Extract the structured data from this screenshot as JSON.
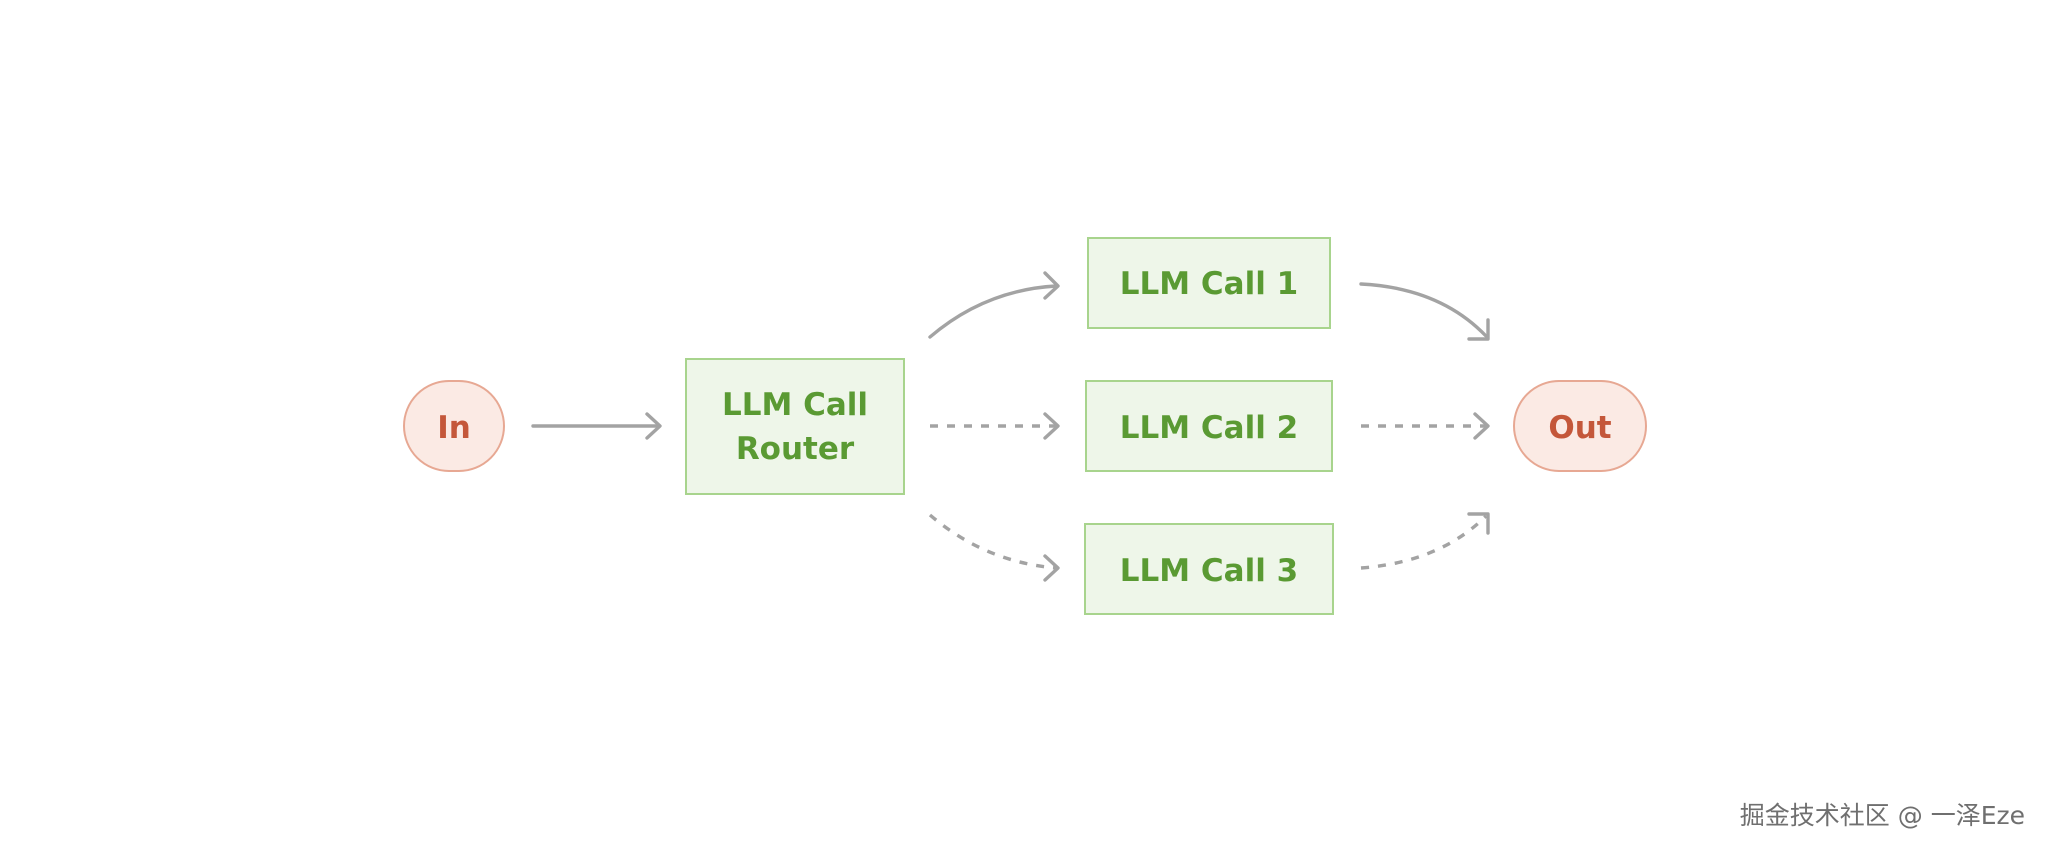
{
  "nodes": {
    "input": "In",
    "router_line1": "LLM Call",
    "router_line2": "Router",
    "call_1": "LLM Call 1",
    "call_2": "LLM Call 2",
    "call_3": "LLM Call 3",
    "output": "Out"
  },
  "edges": [
    {
      "from": "In",
      "to": "LLM Call Router",
      "style": "solid"
    },
    {
      "from": "LLM Call Router",
      "to": "LLM Call 1",
      "style": "solid"
    },
    {
      "from": "LLM Call Router",
      "to": "LLM Call 2",
      "style": "dashed"
    },
    {
      "from": "LLM Call Router",
      "to": "LLM Call 3",
      "style": "dashed"
    },
    {
      "from": "LLM Call 1",
      "to": "Out",
      "style": "solid"
    },
    {
      "from": "LLM Call 2",
      "to": "Out",
      "style": "dashed"
    },
    {
      "from": "LLM Call 3",
      "to": "Out",
      "style": "dashed"
    }
  ],
  "colors": {
    "io_fill": "#fbeae4",
    "io_stroke": "#e7a893",
    "io_text": "#c4573a",
    "llm_fill": "#eef6e9",
    "llm_stroke": "#a8d48d",
    "llm_text": "#5a9a33",
    "arrow": "#a3a3a3"
  },
  "watermark": "掘金技术社区 @ 一泽Eze"
}
